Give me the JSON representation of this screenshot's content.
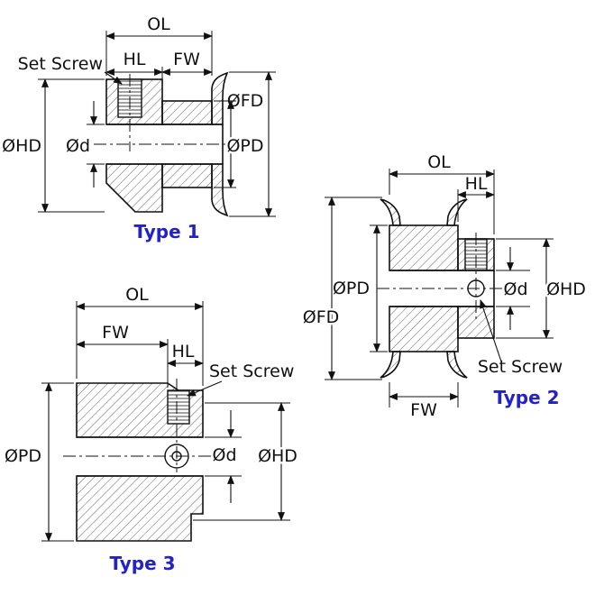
{
  "colors": {
    "line": "#111111",
    "caption": "#2222cc",
    "background": "#ffffff"
  },
  "labels": {
    "overall_length": "OL",
    "hub_length": "HL",
    "face_width": "FW",
    "flange_diameter": "ØFD",
    "pitch_diameter": "ØPD",
    "hub_diameter": "ØHD",
    "bore_diameter": "Ød",
    "set_screw": "Set Screw"
  },
  "captions": {
    "type1": "Type 1",
    "type2": "Type 2",
    "type3": "Type 3"
  }
}
